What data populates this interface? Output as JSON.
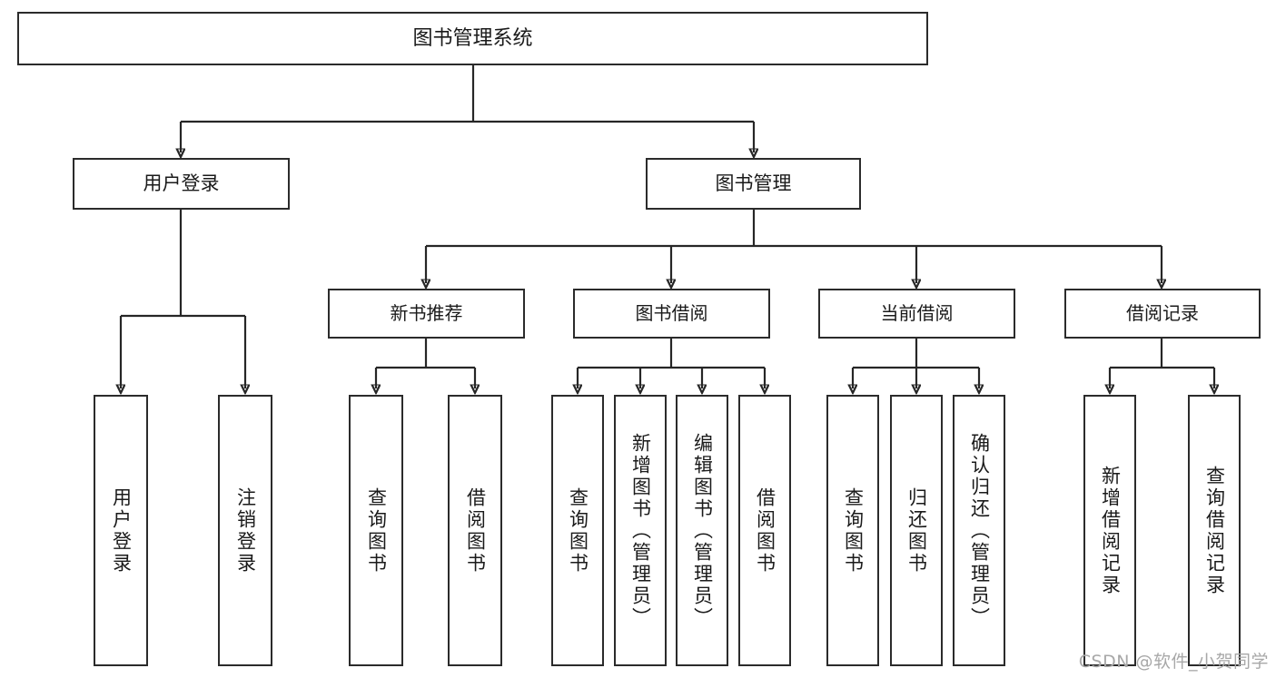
{
  "diagram": {
    "title": "图书管理系统",
    "type": "tree-hierarchy-chart",
    "watermark": "CSDN @软件_小贺同学",
    "colors": {
      "box_border": "#2b2b2b",
      "box_fill": "#ffffff",
      "connector": "#262626",
      "text": "#1a1a1a",
      "watermark": "#a8a8a8",
      "background": "#ffffff"
    },
    "root": {
      "label": "图书管理系统"
    },
    "level2": [
      {
        "label": "用户登录"
      },
      {
        "label": "图书管理"
      }
    ],
    "level3": [
      {
        "label": "新书推荐"
      },
      {
        "label": "图书借阅"
      },
      {
        "label": "当前借阅"
      },
      {
        "label": "借阅记录"
      }
    ],
    "leaves": {
      "user_login": [
        {
          "label": "用户登录"
        },
        {
          "label": "注销登录"
        }
      ],
      "new_book_recommend": [
        {
          "label": "查询图书"
        },
        {
          "label": "借阅图书"
        }
      ],
      "book_borrow": [
        {
          "label": "查询图书"
        },
        {
          "label": "新增图书（管理员）"
        },
        {
          "label": "编辑图书（管理员）"
        },
        {
          "label": "借阅图书"
        }
      ],
      "current_borrow": [
        {
          "label": "查询图书"
        },
        {
          "label": "归还图书"
        },
        {
          "label": "确认归还（管理员）"
        }
      ],
      "borrow_record": [
        {
          "label": "新增借阅记录"
        },
        {
          "label": "查询借阅记录"
        }
      ]
    }
  }
}
